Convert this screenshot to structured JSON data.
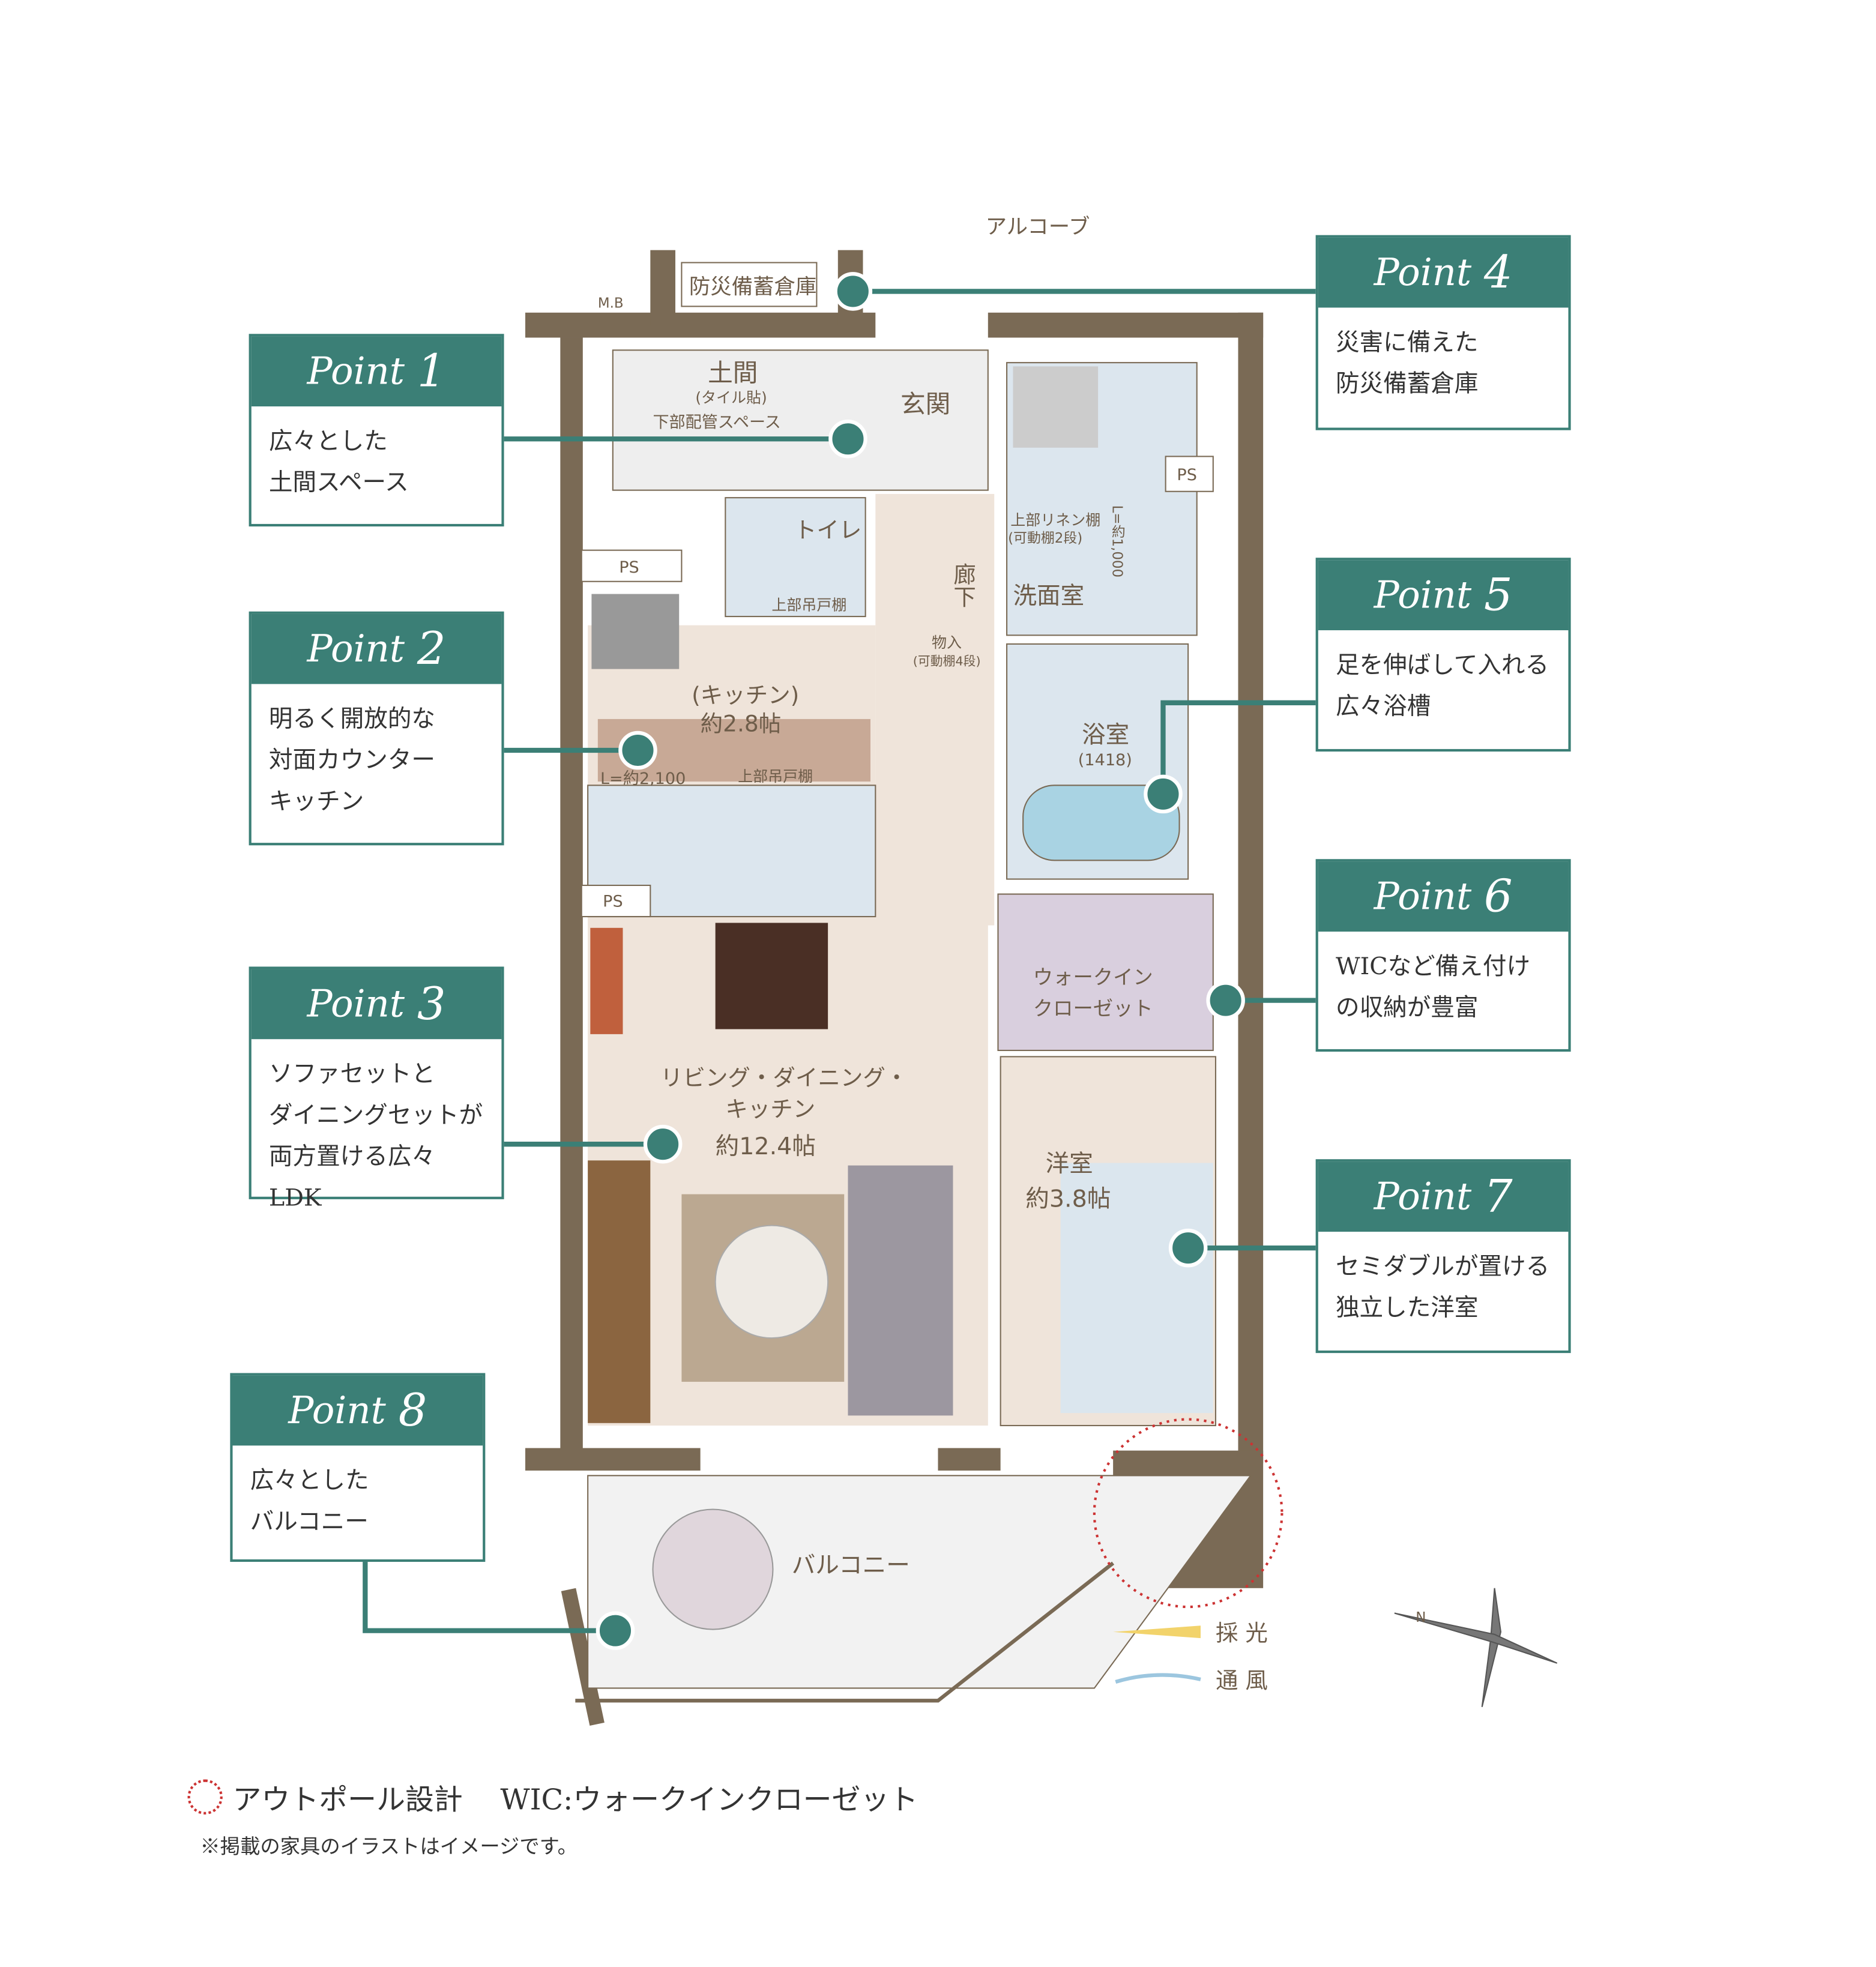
{
  "points": [
    {
      "label": "Point",
      "num": "1",
      "text": "広々とした\n土間スペース"
    },
    {
      "label": "Point",
      "num": "2",
      "text": "明るく開放的な\n対面カウンター\nキッチン"
    },
    {
      "label": "Point",
      "num": "3",
      "text": "ソファセットと\nダイニングセットが\n両方置ける広々LDK"
    },
    {
      "label": "Point",
      "num": "4",
      "text": "災害に備えた\n防災備蓄倉庫"
    },
    {
      "label": "Point",
      "num": "5",
      "text": "足を伸ばして入れる\n広々浴槽"
    },
    {
      "label": "Point",
      "num": "6",
      "text": "WICなど備え付け\nの収納が豊富"
    },
    {
      "label": "Point",
      "num": "7",
      "text": "セミダブルが置ける\n独立した洋室"
    },
    {
      "label": "Point",
      "num": "8",
      "text": "広々とした\nバルコニー"
    }
  ],
  "rooms": {
    "alcove": "アルコーブ",
    "storage": "防災備蓄倉庫",
    "mb": "M.B",
    "doma": "土間",
    "doma_sub": "(タイル貼)",
    "piping": "下部配管スペース",
    "genkan": "玄関",
    "toilet": "トイレ",
    "upper_cabinet": "上部吊戸棚",
    "ps": "PS",
    "hall": "廊下",
    "closet": "物入",
    "closet_sub": "(可動棚4段)",
    "linen": "上部リネン棚",
    "linen_sub": "(可動棚2段)",
    "wash_len": "L=約1,000",
    "washroom": "洗面室",
    "bath": "浴室",
    "bath_sub": "(1418)",
    "kitchen": "(キッチン)",
    "kitchen_size": "約2.8帖",
    "counter_len": "L=約2,100",
    "wic1": "ウォークイン",
    "wic2": "クローゼット",
    "ldk1": "リビング・ダイニング・",
    "ldk2": "キッチン",
    "ldk_size": "約12.4帖",
    "western": "洋室",
    "western_size": "約3.8帖",
    "balcony": "バルコニー"
  },
  "legend": {
    "light": "採 光",
    "wind": "通 風",
    "compass": "N"
  },
  "footer": {
    "outpole": "アウトポール設計",
    "wic": "WIC:ウォークインクローゼット",
    "note": "※掲載の家具のイラストはイメージです。"
  },
  "colors": {
    "teal": "#3b7f76",
    "wall": "#7a6a55"
  }
}
